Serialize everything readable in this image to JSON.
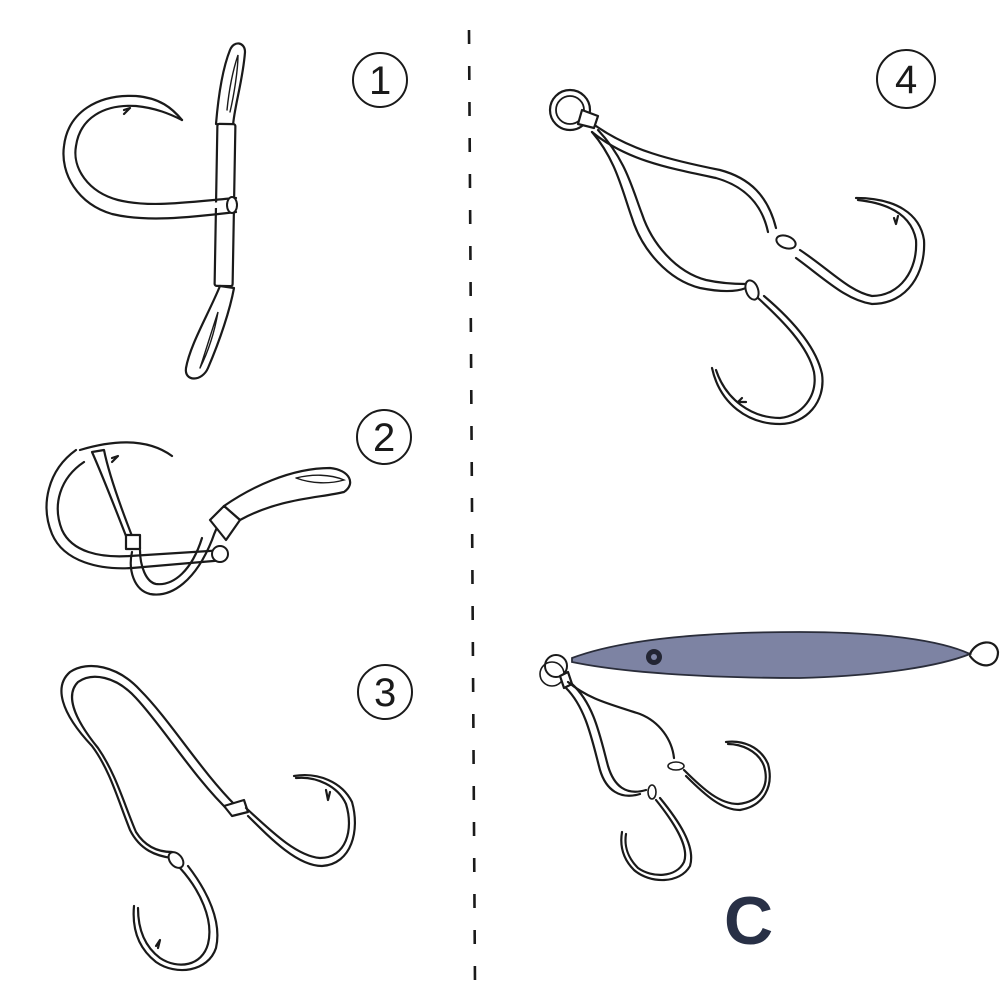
{
  "figure": {
    "background": "#ffffff",
    "line_color": "#1a1a1a",
    "divider": {
      "style": "dashed",
      "color": "#1a1a1a"
    },
    "steps": [
      {
        "number": "1",
        "description": "Single hook threaded through a tube-sheathed assist loop"
      },
      {
        "number": "2",
        "description": "Loop folded back through hook eye"
      },
      {
        "number": "3",
        "description": "Two hooks tied on a long assist line"
      },
      {
        "number": "4",
        "description": "Double assist hooks joined by a split ring"
      }
    ],
    "final": {
      "label": "C",
      "label_color": "#283046",
      "description": "Double assist hook rig attached to a metal jig",
      "jig_color": "#7d83a3"
    }
  }
}
